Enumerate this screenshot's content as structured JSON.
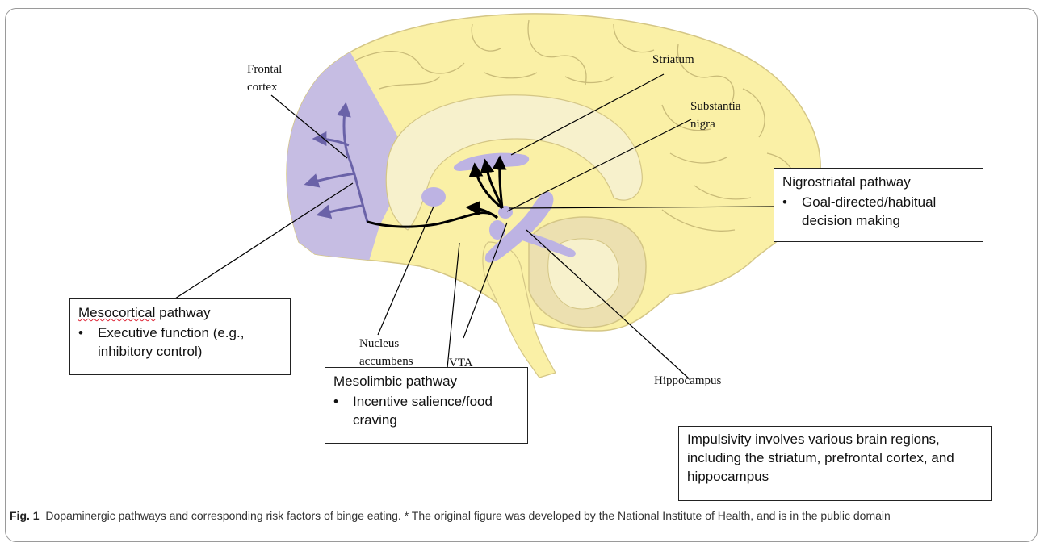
{
  "labels": {
    "frontal_cortex": [
      "Frontal",
      "cortex"
    ],
    "striatum": "Striatum",
    "substantia_nigra": [
      "Substantia",
      "nigra"
    ],
    "nucleus_accumbens": [
      "Nucleus",
      "accumbens"
    ],
    "vta": "VTA",
    "hippocampus": "Hippocampus"
  },
  "boxes": {
    "nigrostriatal": {
      "title": "Nigrostriatal pathway",
      "bullets": [
        "Goal-directed/habitual decision making"
      ]
    },
    "mesocortical": {
      "title_underlined": "Mesocortical",
      "title_rest": " pathway",
      "bullets": [
        "Executive function (e.g., inhibitory control)"
      ]
    },
    "mesolimbic": {
      "title": "Mesolimbic pathway",
      "bullets": [
        "Incentive salience/food craving"
      ]
    },
    "impulsivity": {
      "text": "Impulsivity involves various brain regions, including the striatum, prefrontal cortex, and hippocampus"
    }
  },
  "caption": {
    "label": "Fig. 1",
    "text": "Dopaminergic pathways and corresponding risk factors of binge eating. * The original figure was developed by the National Institute of Health, and is in the public domain"
  },
  "colors": {
    "brain": "#faf0a6",
    "brain_outline": "#d4c686",
    "frontal": "#c6bde3",
    "pathway_purple": "#bdb3e3",
    "arrow_purple": "#6a62a8",
    "inner_light": "#f7f1cc",
    "cerebellum": "#ece0b0"
  }
}
